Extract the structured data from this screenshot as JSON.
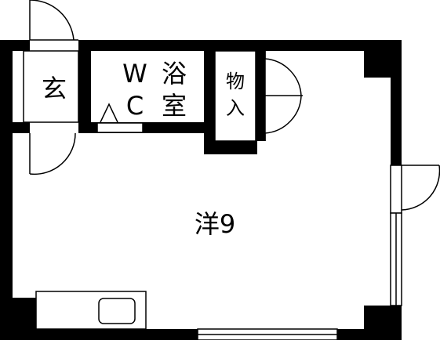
{
  "rooms": {
    "entrance": "玄",
    "wc_w": "W",
    "wc_c": "C",
    "bath_1": "浴",
    "bath_2": "室",
    "storage_1": "物",
    "storage_2": "入",
    "western_room": "洋9"
  },
  "colors": {
    "wall": "#000000",
    "floor": "#ffffff",
    "line": "#000000"
  }
}
